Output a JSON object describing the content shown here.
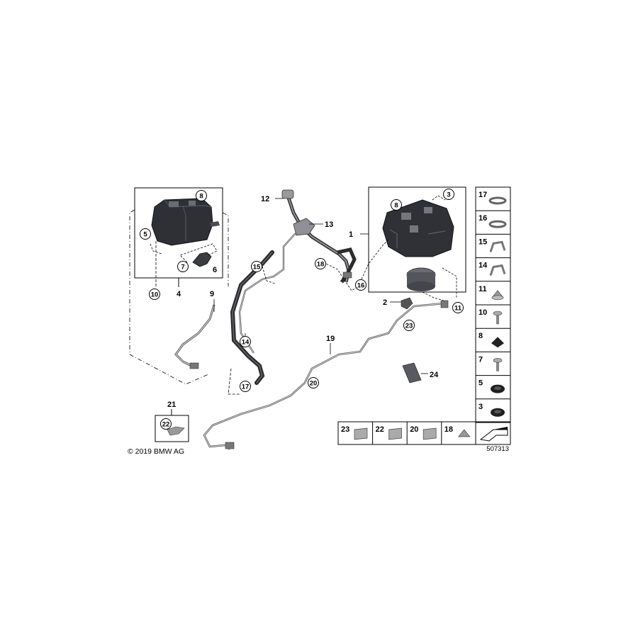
{
  "copyright": "© 2019 BMW AG",
  "diagram_number": "507313",
  "callouts": {
    "c1": "1",
    "c2": "2",
    "c3": "3",
    "c4": "4",
    "c5": "5",
    "c6": "6",
    "c7": "7",
    "c8a": "8",
    "c8b": "8",
    "c9": "9",
    "c10a": "10",
    "c11a": "11",
    "c12": "12",
    "c13": "13",
    "c14": "14",
    "c15": "15",
    "c16a": "16",
    "c17a": "17",
    "c18a": "18",
    "c19": "19",
    "c20a": "20",
    "c21": "21",
    "c22a": "22",
    "c23a": "23",
    "c24": "24"
  },
  "side_panel": [
    "17",
    "16",
    "15",
    "14",
    "11",
    "10",
    "8",
    "7",
    "5",
    "3"
  ],
  "bottom_panel": [
    "23",
    "22",
    "20",
    "18"
  ]
}
